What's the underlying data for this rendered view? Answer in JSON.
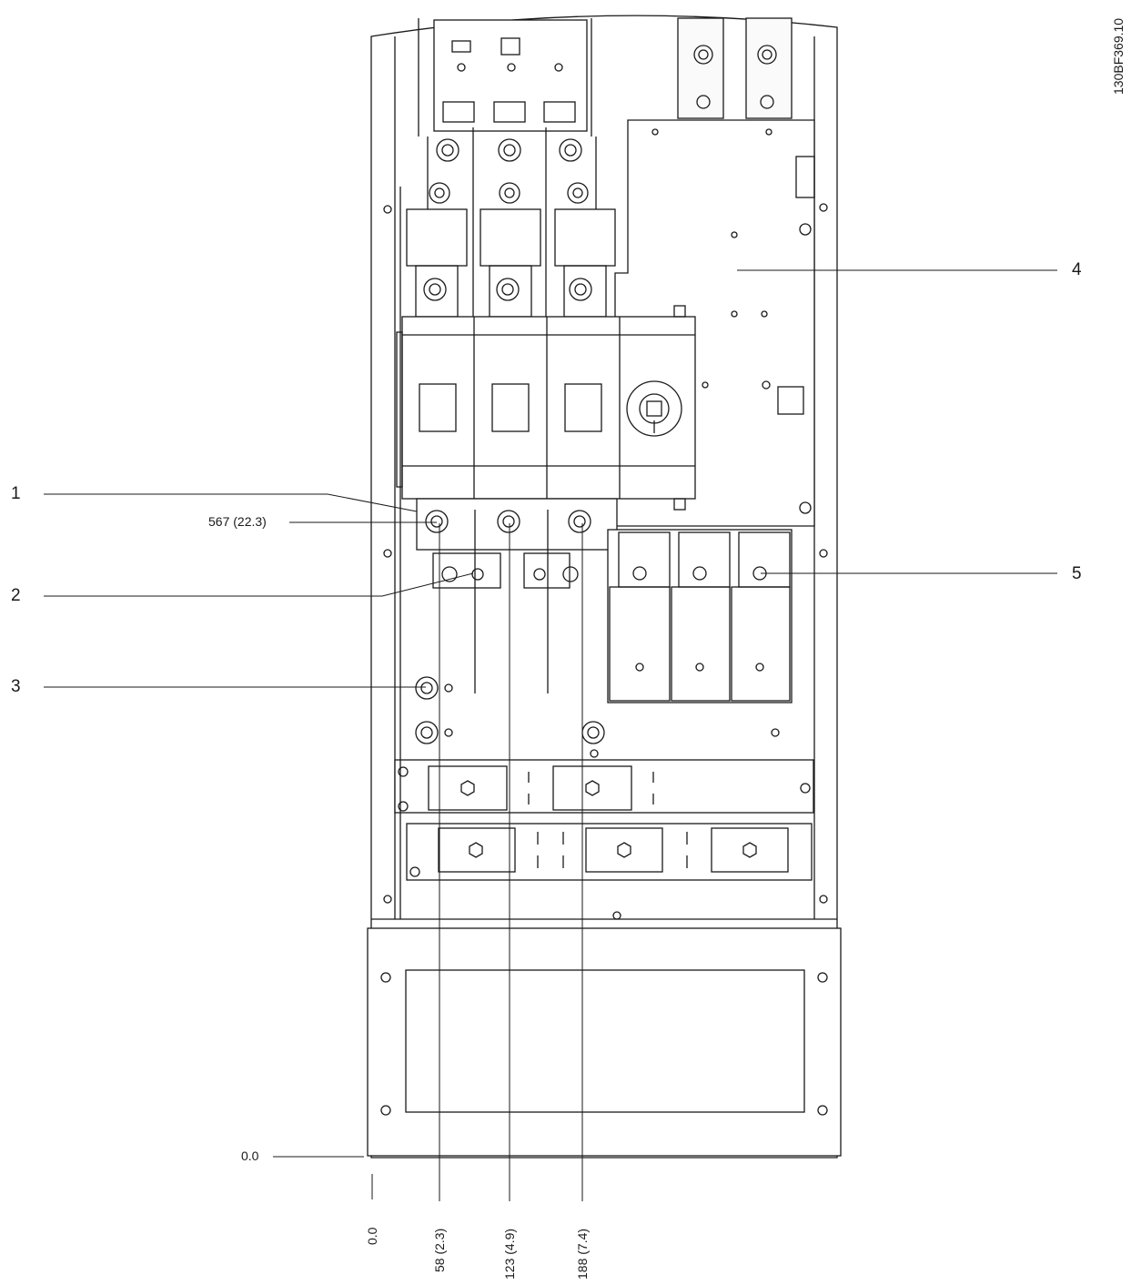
{
  "drawing_code": "130BF369.10",
  "callouts": [
    {
      "number": "1"
    },
    {
      "number": "2"
    },
    {
      "number": "3"
    },
    {
      "number": "4"
    },
    {
      "number": "5"
    }
  ],
  "dimensions": {
    "vertical_top": "567 (22.3)",
    "vertical_zero": "0.0",
    "horizontal": [
      "0.0",
      "58 (2.3)",
      "123 (4.9)",
      "188 (7.4)"
    ]
  },
  "colors": {
    "line": "#1a1a1a",
    "fill_light": "#f2f2f2",
    "fill": "#ffffff"
  }
}
